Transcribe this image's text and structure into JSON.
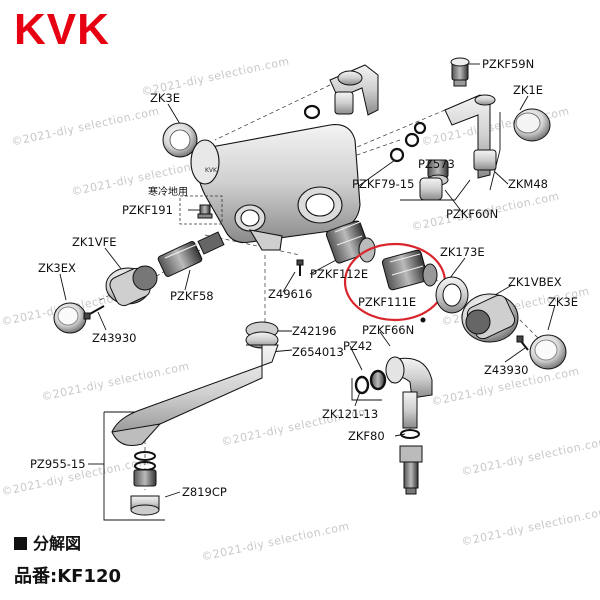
{
  "brand": {
    "logo": "KVK",
    "color": "#e60012"
  },
  "watermark": "©2021-diy selection.com",
  "section_title": "分解図",
  "product": {
    "label": "品番:KF120"
  },
  "note": "寒冷地用",
  "highlight_color": "#d9262c",
  "parts": {
    "PZKF59N": "PZKF59N",
    "ZK1E": "ZK1E",
    "ZK3E_top": "ZK3E",
    "PZ573": "PZ573",
    "ZKM48": "ZKM48",
    "PZKF79_15": "PZKF79-15",
    "PZKF60N": "PZKF60N",
    "PZKF191": "PZKF191",
    "ZK1VFE": "ZK1VFE",
    "ZK173E": "ZK173E",
    "ZK3EX": "ZK3EX",
    "PZKF112E": "PZKF112E",
    "ZK1VBEX": "ZK1VBEX",
    "PZKF58": "PZKF58",
    "Z49616": "Z49616",
    "PZKF111E": "PZKF111E",
    "ZK3E_right": "ZK3E",
    "Z43930_left": "Z43930",
    "PZKF66N": "PZKF66N",
    "Z42196": "Z42196",
    "PZ42": "PZ42",
    "Z654013": "Z654013",
    "Z43930_right": "Z43930",
    "ZK121_13": "ZK121-13",
    "ZKF80": "ZKF80",
    "PZ955_15": "PZ955-15",
    "Z819CP": "Z819CP"
  }
}
